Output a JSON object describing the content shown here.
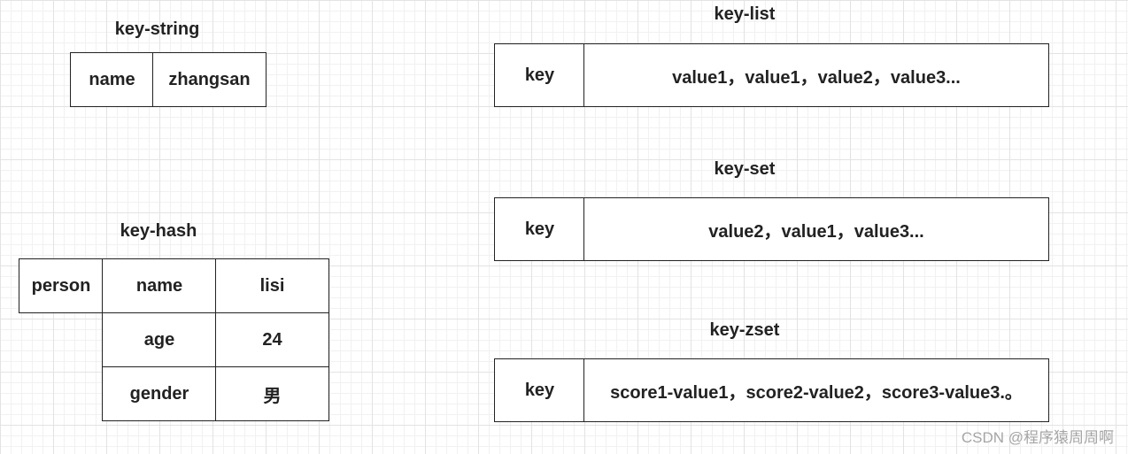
{
  "key_string": {
    "title": "key-string",
    "key": "name",
    "value": "zhangsan"
  },
  "key_hash": {
    "title": "key-hash",
    "key": "person",
    "rows": [
      {
        "field": "name",
        "value": "lisi"
      },
      {
        "field": "age",
        "value": "24"
      },
      {
        "field": "gender",
        "value": "男"
      }
    ]
  },
  "key_list": {
    "title": "key-list",
    "key": "key",
    "value": "value1，value1，value2，value3..."
  },
  "key_set": {
    "title": "key-set",
    "key": "key",
    "value": "value2，value1，value3..."
  },
  "key_zset": {
    "title": "key-zset",
    "key": "key",
    "value": "score1-value1，score2-value2，score3-value3.。"
  },
  "watermark": "CSDN @程序猿周周啊"
}
